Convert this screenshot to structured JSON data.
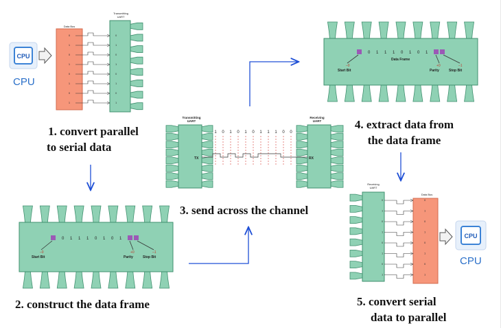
{
  "steps": {
    "s1_line1": "1. convert parallel",
    "s1_line2": "to serial data",
    "s2": "2. construct the data frame",
    "s3": "3. send across the channel",
    "s4_line1": "4. extract data from",
    "s4_line2": "the data frame",
    "s5_line1": "5. convert serial",
    "s5_line2": "data to parallel"
  },
  "cpu": {
    "left_chip_text": "CPU",
    "left_label": "CPU",
    "right_chip_text": "CPU",
    "right_label": "CPU"
  },
  "panel1": {
    "bus_label": "Data Bus",
    "uart_label_line1": "Transmitting",
    "uart_label_line2": "UART",
    "bits": [
      "0",
      "1",
      "0",
      "1",
      "0",
      "1",
      "0",
      "1"
    ]
  },
  "frame_bits": [
    "0",
    "1",
    "1",
    "1",
    "0",
    "1",
    "0",
    "1"
  ],
  "frame_panel": {
    "start_value": "–0",
    "parity_value": "+0",
    "stop_value": "–1",
    "start_label": "Start Bit",
    "parity_label": "Parity",
    "stop_label": "Stop Bit",
    "frame_label": "Data Frame"
  },
  "channel": {
    "tx_uart_line1": "Transmitting",
    "tx_uart_line2": "UART",
    "rx_uart_line1": "Receiving",
    "rx_uart_line2": "UART",
    "tx_pin": "TX",
    "rx_pin": "RX",
    "bits": [
      "1",
      "0",
      "1",
      "0",
      "1",
      "0",
      "1",
      "1",
      "1",
      "0",
      "0"
    ]
  },
  "panel5": {
    "uart_label_line1": "Receiving",
    "uart_label_line2": "UART",
    "bus_label": "Data Bus",
    "bits": [
      "0",
      "1",
      "0",
      "1",
      "0",
      "1",
      "0",
      "1"
    ]
  }
}
